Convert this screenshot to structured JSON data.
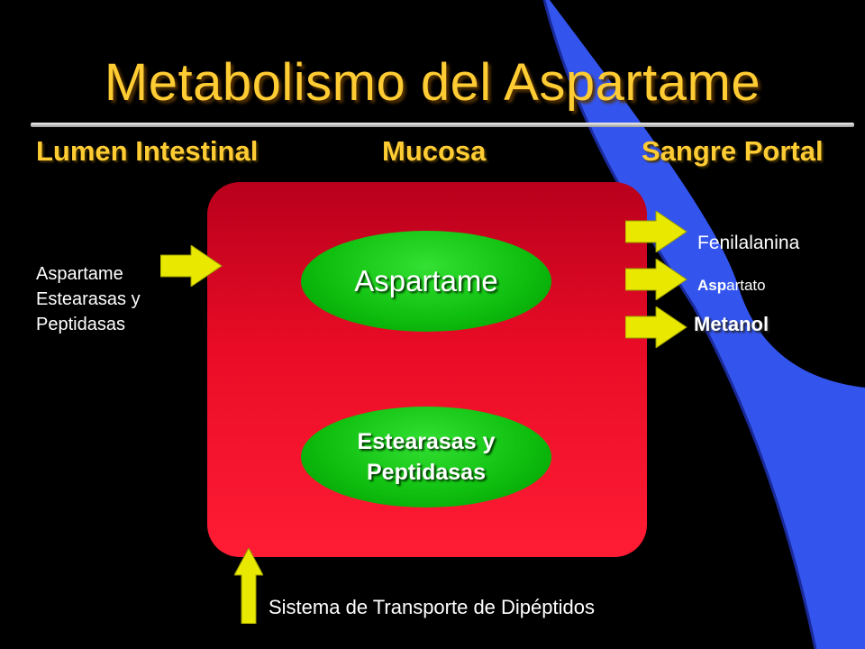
{
  "slide": {
    "title": "Metabolismo del Aspartame",
    "columns": {
      "left": "Lumen Intestinal",
      "middle": "Mucosa",
      "right": "Sangre Portal"
    },
    "input": {
      "line1": "Aspartame",
      "line2": "Estearasas y",
      "line3": "Peptidasas"
    },
    "mucosa": {
      "substrate": "Aspartame",
      "enzymes_line1": "Estearasas y",
      "enzymes_line2": "Peptidasas"
    },
    "outputs": {
      "product1": "Fenilalanina",
      "product2_bold": "Asp",
      "product2_rest": "artato",
      "product3": "Metanol"
    },
    "transport": "Sistema de Transporte de Dipéptidos"
  },
  "colors": {
    "title": "#ffcc33",
    "mucosa_box": "#e00a24",
    "oval": "#10c010",
    "arrow": "#e8e800",
    "accent_sweep": "#3355ee"
  }
}
